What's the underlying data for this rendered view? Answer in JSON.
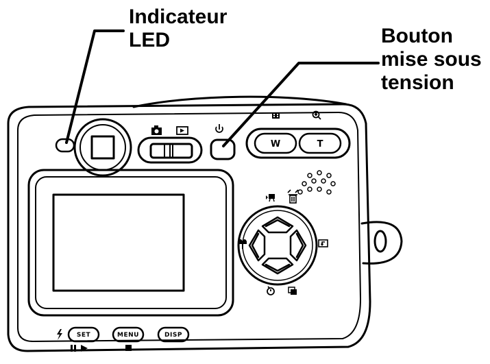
{
  "callouts": {
    "led_indicator": [
      "Indicateur",
      "LED"
    ],
    "power_button": [
      "Bouton",
      "mise sous",
      "tension"
    ]
  },
  "buttons": {
    "wide": "W",
    "tele": "T",
    "set": "SET",
    "menu": "MENU",
    "disp": "DISP"
  },
  "icons": {
    "camera_mode": "camera-icon",
    "playback_mode": "play-icon",
    "power": "power-icon",
    "thumbnail": "thumbnail-icon",
    "zoom": "zoom-icon",
    "flash": "flash-icon",
    "pause_play": "pause-play-icon",
    "stop": "stop-icon",
    "macro": "macro-icon",
    "self_timer": "self-timer-icon",
    "burst": "burst-icon",
    "delete": "delete-icon",
    "slideshow": "slideshow-icon",
    "return": "return-icon"
  },
  "colors": {
    "line": "#000000",
    "body": "#ffffff"
  }
}
